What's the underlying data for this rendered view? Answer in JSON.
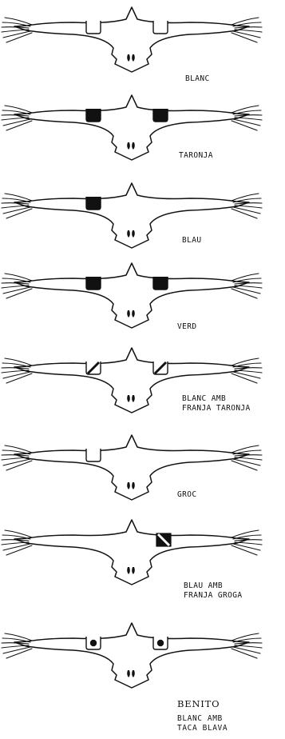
{
  "figures": [
    {
      "labels": [
        "BLANC"
      ],
      "tags": "open",
      "color": "#ffffff"
    },
    {
      "labels": [
        "TARONJA"
      ],
      "tags": "filled",
      "color": "#111111"
    },
    {
      "labels": [
        "BLAU"
      ],
      "tags": "left-filled",
      "color": "#111111"
    },
    {
      "labels": [
        "VERD"
      ],
      "tags": "filled",
      "color": "#111111"
    },
    {
      "labels": [
        "BLANC AMB",
        "FRANJA TARONJA"
      ],
      "tags": "stripe",
      "color": "#ffffff"
    },
    {
      "labels": [
        "GROC"
      ],
      "tags": "left-open",
      "color": "#ffffff"
    },
    {
      "labels": [
        "BLAU AMB",
        "FRANJA GROGA"
      ],
      "tags": "right-stripe-filled",
      "color": "#111111"
    },
    {
      "labels": [
        "BENITO",
        "BLANC AMB",
        "TACA BLAVA"
      ],
      "tags": "spot",
      "color": "#ffffff"
    }
  ]
}
